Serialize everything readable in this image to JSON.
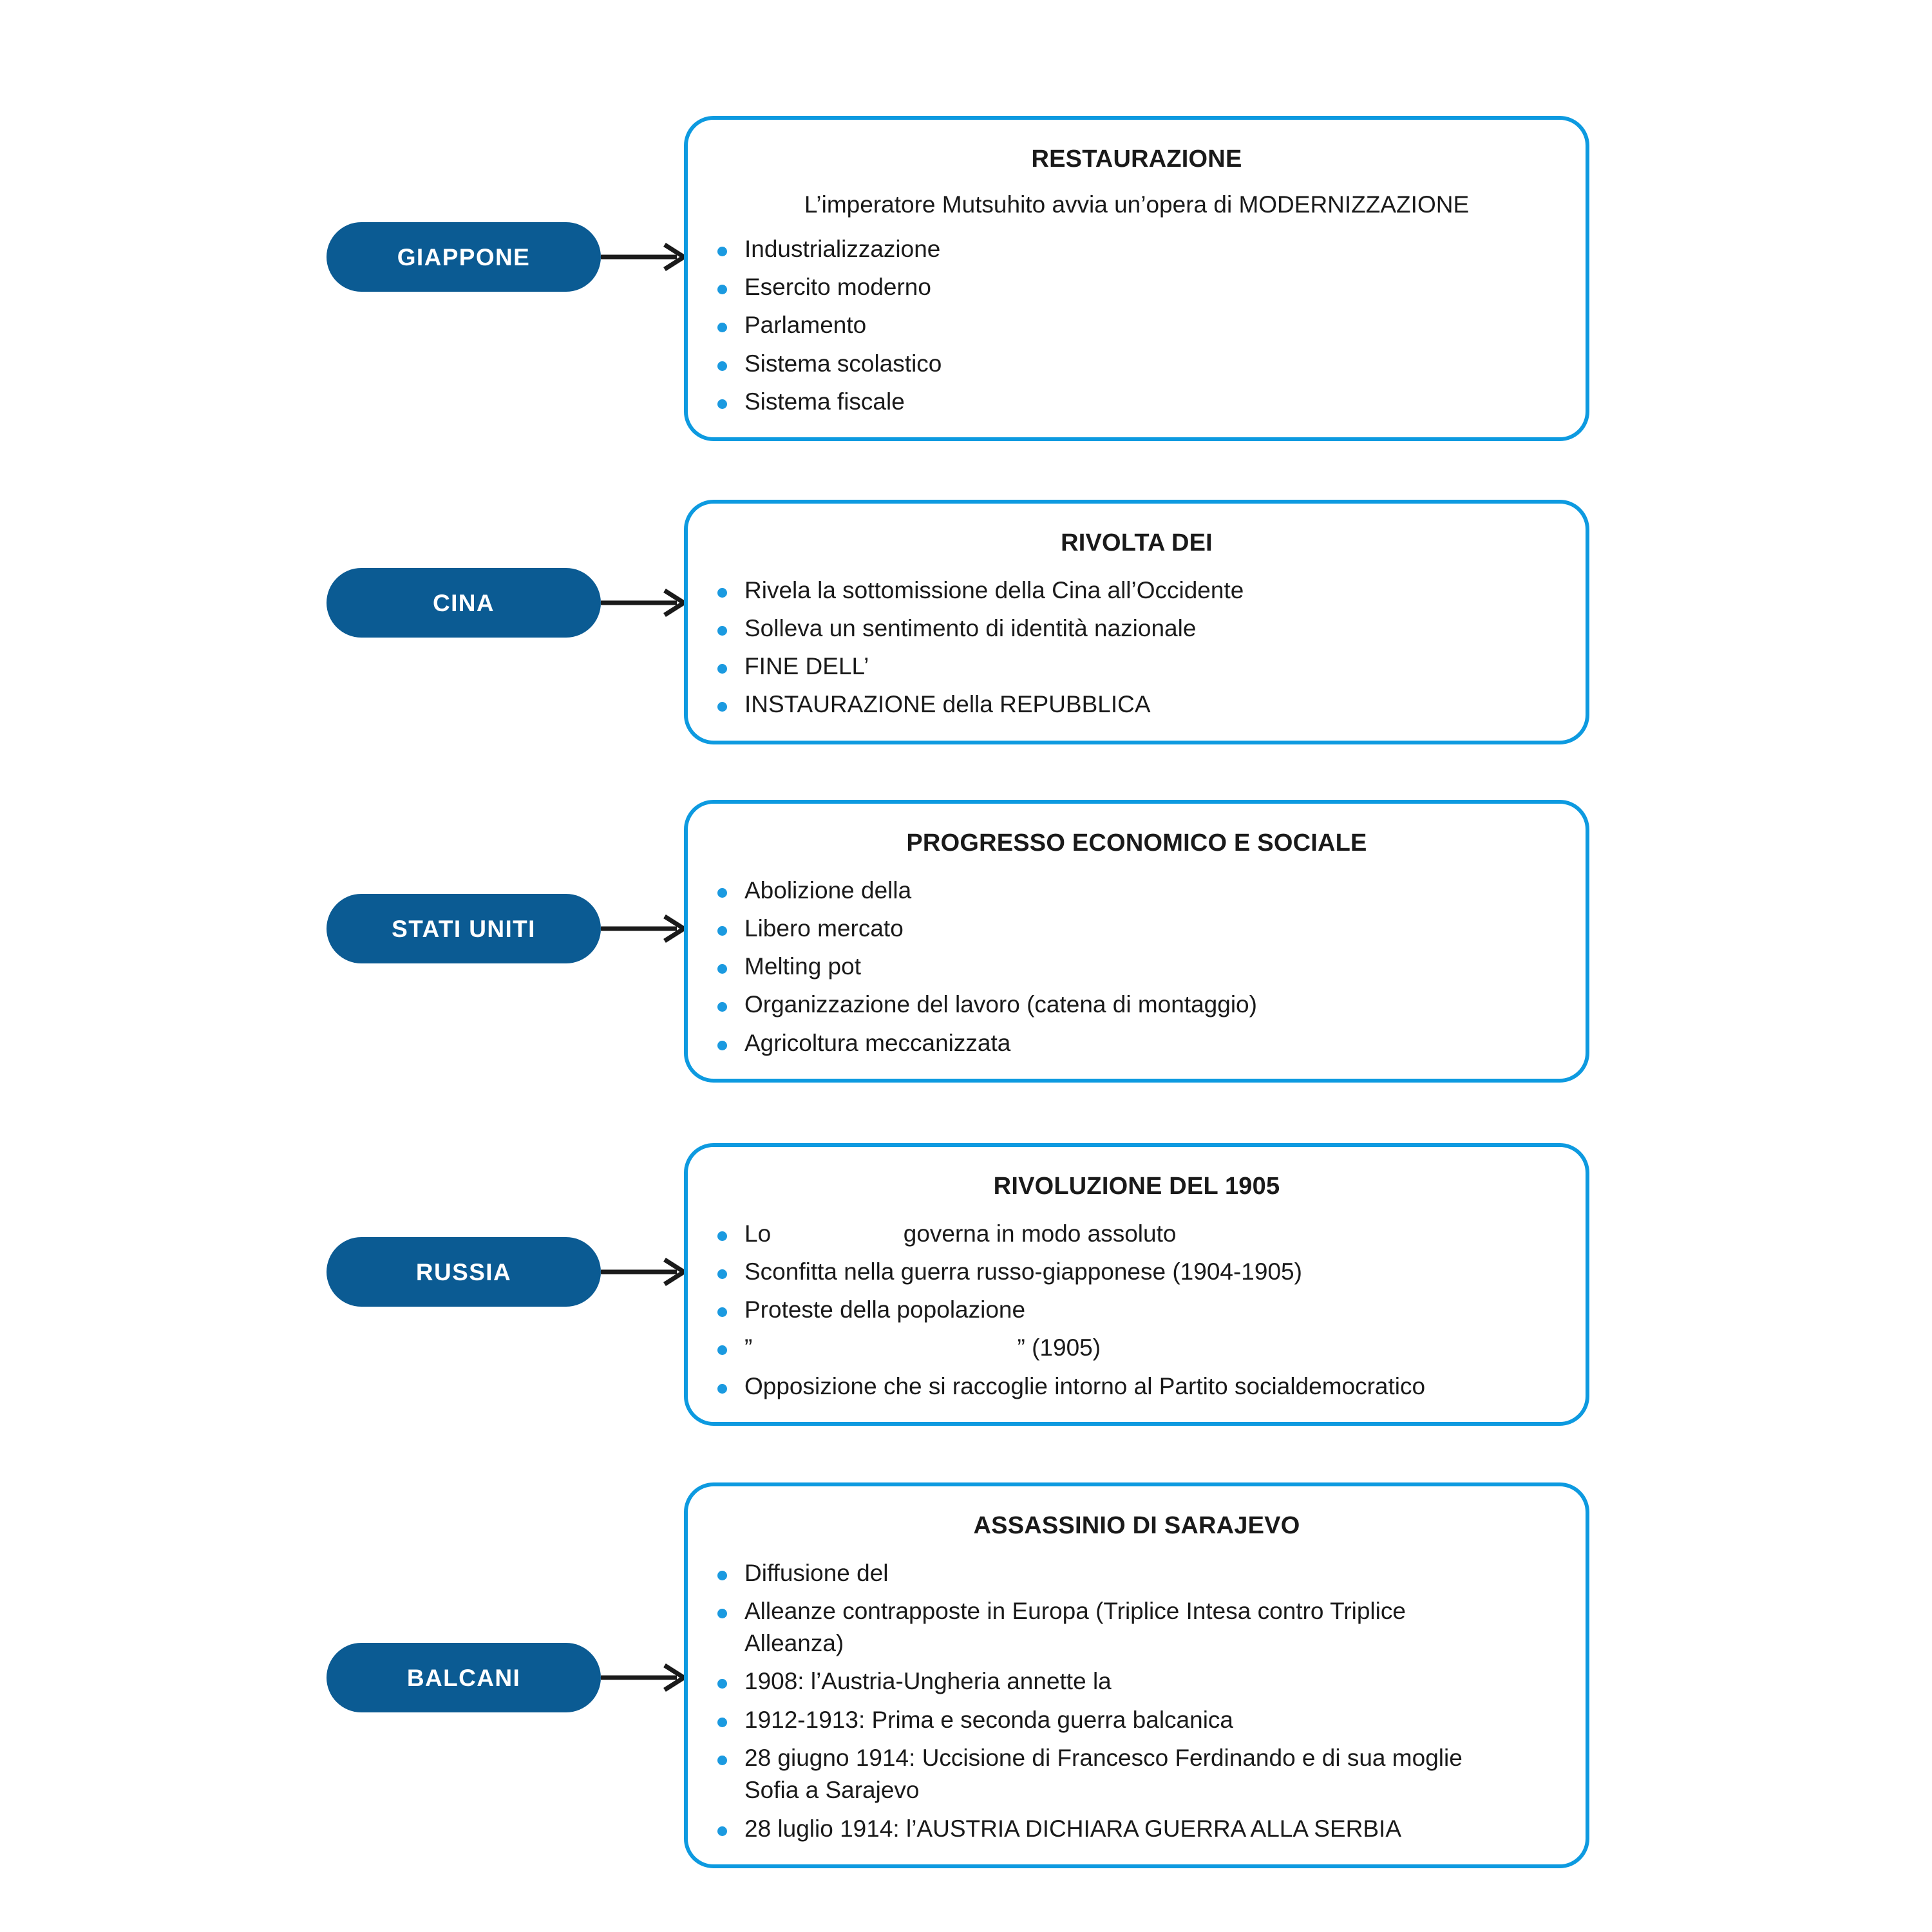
{
  "meta": {
    "title": "Schema — Il mondo all'inizio del Novecento",
    "accent_border": "#0d9ae0",
    "accent_bullet": "#1b9ae0",
    "pill_fill": "#0b5b93",
    "pill_text": "#ffffff",
    "body_text": "#1a1a1a",
    "background": "#ffffff"
  },
  "rows": [
    {
      "pill_label": "GIAPPONE",
      "card_title": "RESTAURAZIONE",
      "card_subtitle": "L’imperatore Mutsuhito avvia un’opera di MODERNIZZAZIONE",
      "bullets": [
        "Industrializzazione",
        "Esercito moderno",
        "Parlamento",
        "Sistema scolastico",
        "Sistema fiscale"
      ]
    },
    {
      "pill_label": "CINA",
      "card_title": "RIVOLTA DEI",
      "card_subtitle": "",
      "bullets": [
        "Rivela la sottomissione della Cina all’Occidente",
        "Solleva un sentimento di identità nazionale",
        "FINE DELL’",
        "INSTAURAZIONE della REPUBBLICA"
      ]
    },
    {
      "pill_label": "STATI UNITI",
      "card_title": "PROGRESSO ECONOMICO E SOCIALE",
      "card_subtitle": "",
      "bullets": [
        "Abolizione della",
        "Libero mercato",
        "Melting pot",
        "Organizzazione del lavoro (catena di montaggio)",
        "Agricoltura meccanizzata"
      ]
    },
    {
      "pill_label": "RUSSIA",
      "card_title": "RIVOLUZIONE DEL 1905",
      "card_subtitle": "",
      "bullets": [
        "Lo                    governa in modo assoluto",
        "Sconfitta nella guerra russo-giapponese (1904-1905)",
        "Proteste della popolazione",
        "”                                        ” (1905)",
        "Opposizione che si raccoglie intorno al Partito socialdemocratico"
      ]
    },
    {
      "pill_label": "BALCANI",
      "card_title": "ASSASSINIO DI SARAJEVO",
      "card_subtitle": "",
      "bullets": [
        "Diffusione del",
        "Alleanze contrapposte in Europa (Triplice Intesa contro Triplice Alleanza)",
        "1908: l’Austria-Ungheria annette la",
        "1912-1913: Prima e seconda guerra balcanica",
        "28 giugno 1914: Uccisione di Francesco Ferdinando e di sua moglie Sofia a Sarajevo",
        "28 luglio 1914: l’AUSTRIA DICHIARA GUERRA ALLA SERBIA"
      ]
    }
  ]
}
